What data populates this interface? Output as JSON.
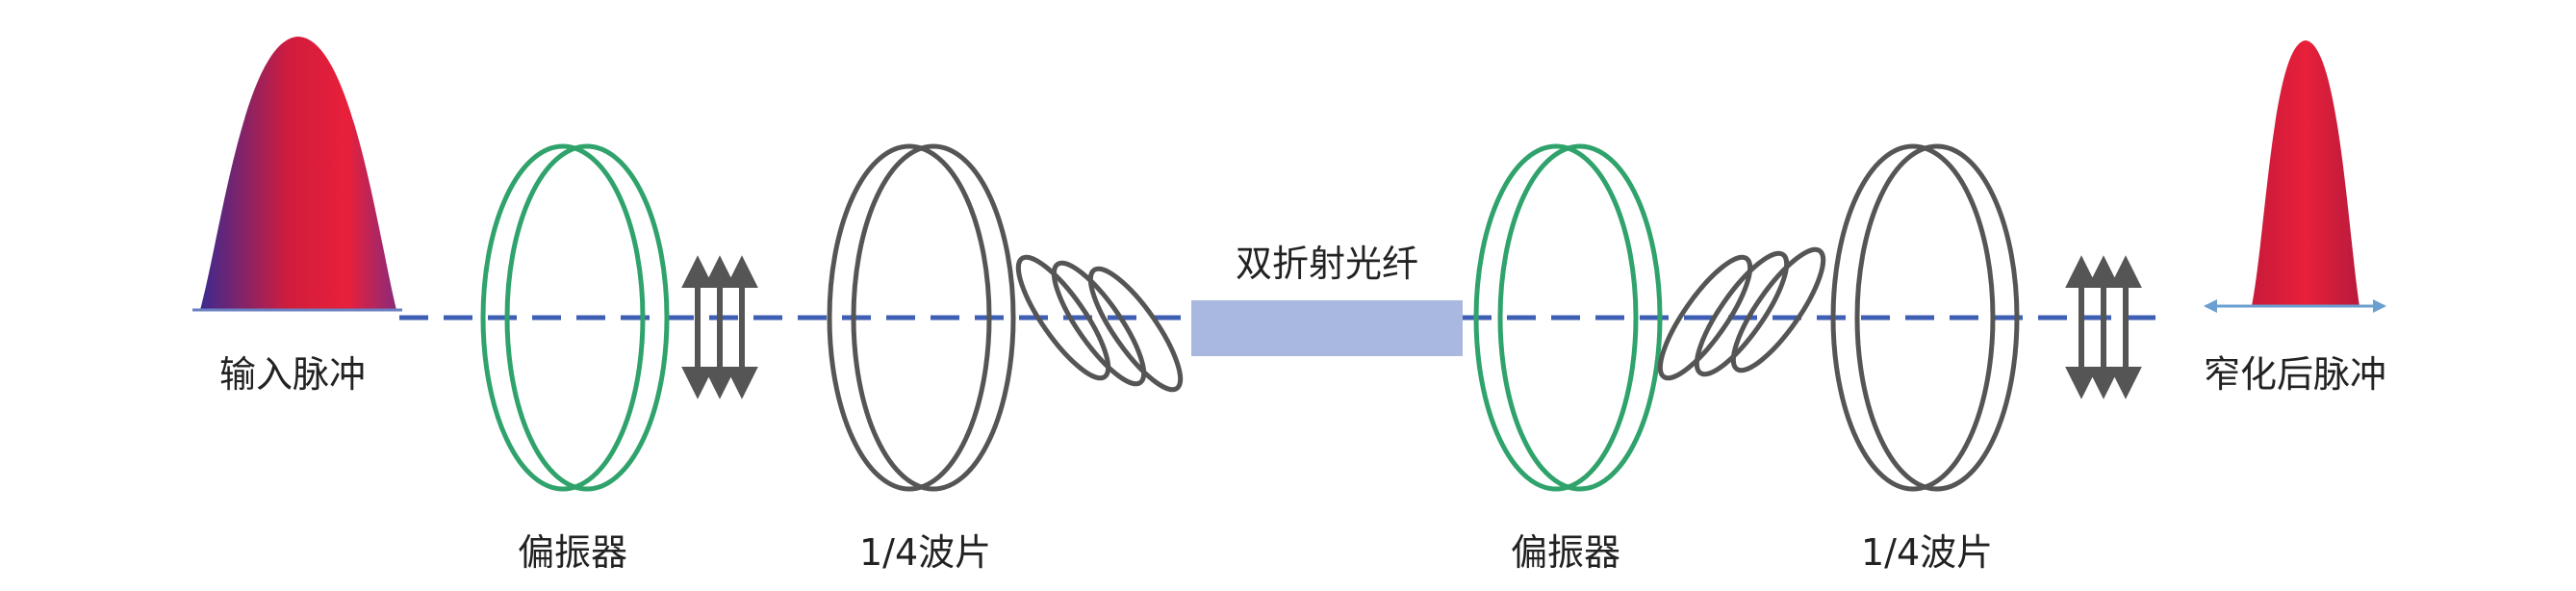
{
  "colors": {
    "polarizer": "#2fa36b",
    "waveplate": "#555555",
    "beam_axis": "#3f5fb5",
    "fiber": "#a9b8df",
    "pulse_top": "#e8203a",
    "pulse_side": "#5a2a9a",
    "arrow": "#555555"
  },
  "labels": {
    "input_pulse": "输入脉冲",
    "polarizer_1": "偏振器",
    "waveplate_1": "1/4波片",
    "fiber": "双折射光纤",
    "polarizer_2": "偏振器",
    "waveplate_2": "1/4波片",
    "output_pulse": "窄化后脉冲"
  }
}
